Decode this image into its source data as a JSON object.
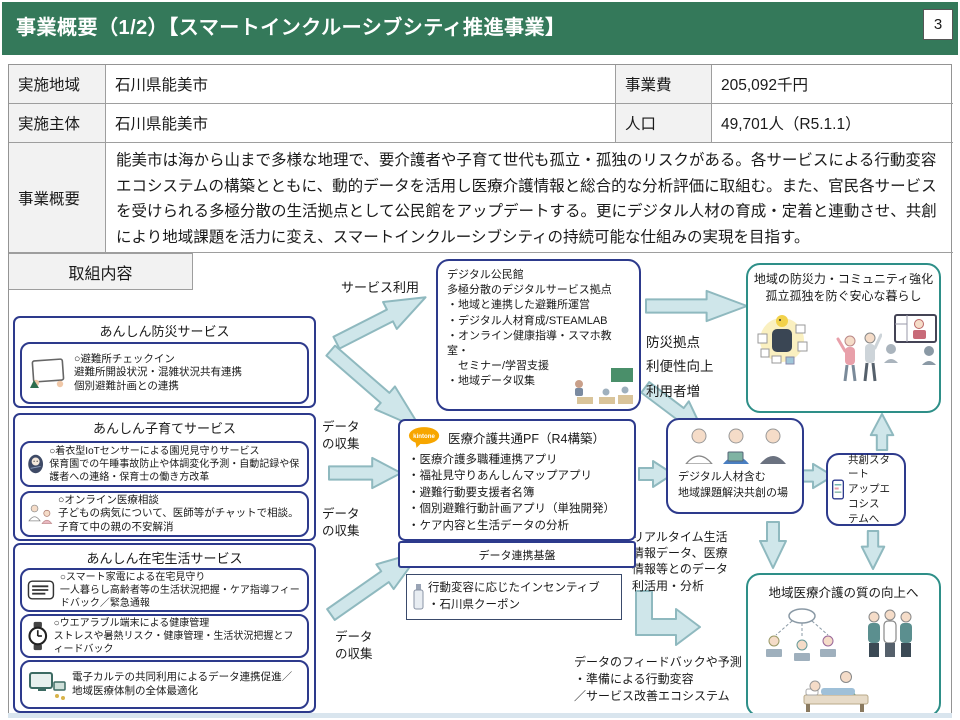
{
  "header": {
    "title": "事業概要（1/2）【スマートインクルーシブシティ推進事業】",
    "page_number": "3"
  },
  "info": {
    "region_label": "実施地域",
    "region_value": "石川県能美市",
    "cost_label": "事業費",
    "cost_value": "205,092千円",
    "entity_label": "実施主体",
    "entity_value": "石川県能美市",
    "population_label": "人口",
    "population_value": "49,701人（R5.1.1）",
    "overview_label": "事業概要",
    "overview_text": "能美市は海から山まで多様な地理で、要介護者や子育て世代も孤立・孤独のリスクがある。各サービスによる行動変容エコシステムの構築とともに、動的データを活用し医療介護情報と総合的な分析評価に取組む。また、官民各サービスを受けられる多極分散の生活拠点として公民館をアップデートする。更にデジタル人材の育成・定着と連動させ、共創により地域課題を活力に変え、スマートインクルーシブシティの持続可能な仕組みの実現を目指す。",
    "initiatives_label": "取組内容"
  },
  "services": {
    "bosai": {
      "title": "あんしん防災サービス",
      "item1": "○避難所チェックイン\n避難所開設状況・混雑状況共有連携\n個別避難計画との連携"
    },
    "kosodate": {
      "title": "あんしん子育てサービス",
      "item1": "○着衣型IoTセンサーによる園児見守りサービス\n保育園での午睡事故防止や体調変化予測・自動記録や保護者への連絡・保育士の働き方改革",
      "item2": "○オンライン医療相談\n子どもの病気について、医師等がチャットで相談。子育て中の親の不安解消"
    },
    "zaitaku": {
      "title": "あんしん在宅生活サービス",
      "item1": "○スマート家電による在宅見守り\n一人暮らし高齢者等の生活状況把握・ケア指導フィードバック／緊急通報",
      "item2": "○ウエアラブル端末による健康管理\nストレスや暑熱リスク・健康管理・生活状況把握とフィードバック",
      "item3": "電子カルテの共同利用によるデータ連携促進／\n地域医療体制の全体最適化"
    }
  },
  "hub": {
    "kominkan": "デジタル公民館\n多極分散のデジタルサービス拠点\n・地域と連携した避難所運営\n・デジタル人材育成/STEAMLAB\n・オンライン健康指導・スマホ教室・\n　セミナー/学習支援\n・地域データ収集",
    "platform_title": "医療介護共通PF（R4構築）",
    "platform_items": "・医療介護多職種連携アプリ\n・福祉見守りあんしんマップアプリ\n・避難行動要支援者名簿\n・個別避難行動計画アプリ（単独開発）\n・ケア内容と生活データの分析",
    "platform_base": "データ連携基盤",
    "incentive": "行動変容に応じたインセンティブ\n・石川県クーポン"
  },
  "outcomes": {
    "community": "地域の防災力・コミュニティ強化\n孤立孤独を防ぐ安心な暮らし",
    "cocreation": "デジタル人材含む\n地域課題解決共創の場",
    "startup": "共創スタート\nアップエコシス\nテムへ",
    "medical": "地域医療介護の質の向上へ"
  },
  "labels": {
    "service_use": "サービス利用",
    "data_collect": "データ\nの収集",
    "bosai_kyoten": "防災拠点\n利便性向上\n利用者増",
    "realtime": "リアルタイム生活\n情報データ、医療\n情報等とのデータ\n利活用・分析",
    "feedback": "データのフィードバックや予測\n・準備による行動変容\n／サービス改善エコシステム"
  },
  "icons": {
    "kintone_logo_text": "kintone"
  },
  "colors": {
    "header_green": "#34795a",
    "navy_border": "#2d3a8c",
    "teal_border": "#2e8f88",
    "arrow_fill": "#cfe6ea",
    "arrow_stroke": "#8fb9bf",
    "kintone_yellow": "#f7a600",
    "table_border": "#9e9e9e",
    "label_cell_bg": "#f2f2f2"
  }
}
